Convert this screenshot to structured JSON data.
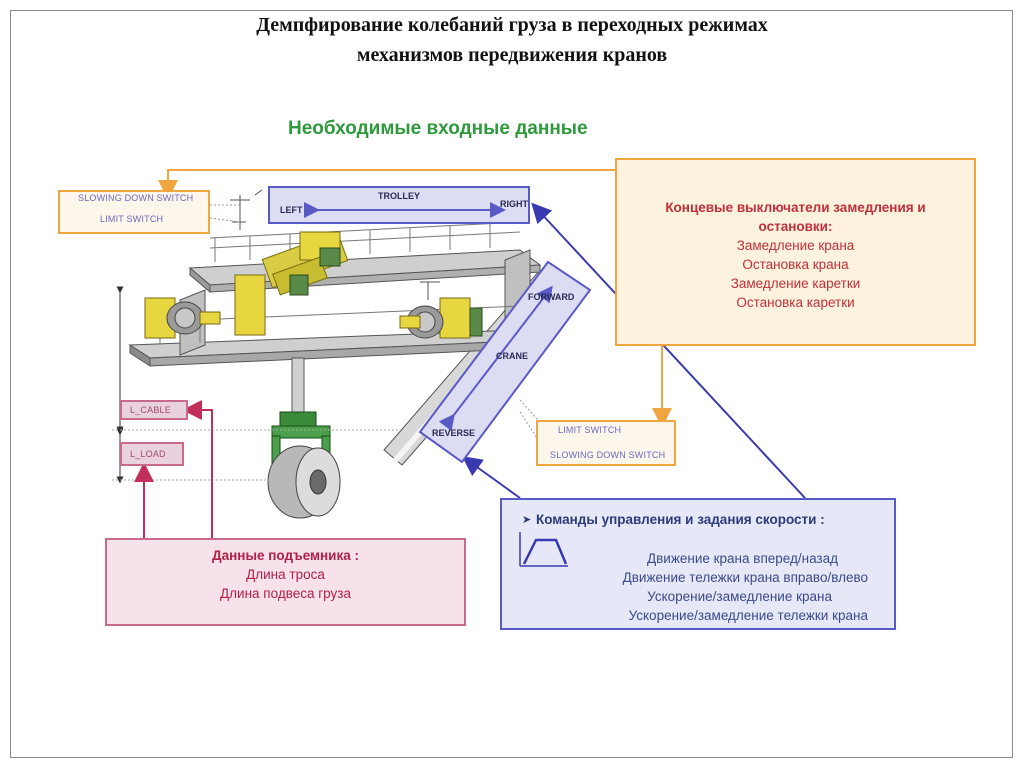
{
  "title": {
    "line1": "Демпфирование колебаний груза в переходных режимах",
    "line2": "механизмов передвижения кранов"
  },
  "subtitle": "Необходимые входные данные",
  "labels": {
    "slowing_down_switch": "SLOWING DOWN SWITCH",
    "limit_switch": "LIMIT SWITCH",
    "trolley": "TROLLEY",
    "left": "LEFT",
    "right": "RIGHT",
    "forward": "FORWARD",
    "crane": "CRANE",
    "reverse": "REVERSE",
    "l_cable": "L_CABLE",
    "l_load": "L_LOAD"
  },
  "limit_switches_box": {
    "title": "Концевые выключатели замедления и остановки:",
    "items": [
      "Замедление крана",
      "Остановка крана",
      "Замедление каретки",
      "Остановка каретки"
    ]
  },
  "hoist_box": {
    "title": "Данные подъемника :",
    "items": [
      "Длина троса",
      "Длина подвеса груза"
    ]
  },
  "commands_box": {
    "title": "Команды управления и задания скорости :",
    "items": [
      "Движение крана вперед/назад",
      "Движение тележки крана вправо/влево",
      "Ускорение/замедление крана",
      "Ускорение/замедление тележки крана"
    ]
  },
  "colors": {
    "orange": "#f0a640",
    "pink": "#c86a8a",
    "blue": "#5a5ac6",
    "green": "#2e9a3c",
    "red_text": "#c0303a"
  }
}
